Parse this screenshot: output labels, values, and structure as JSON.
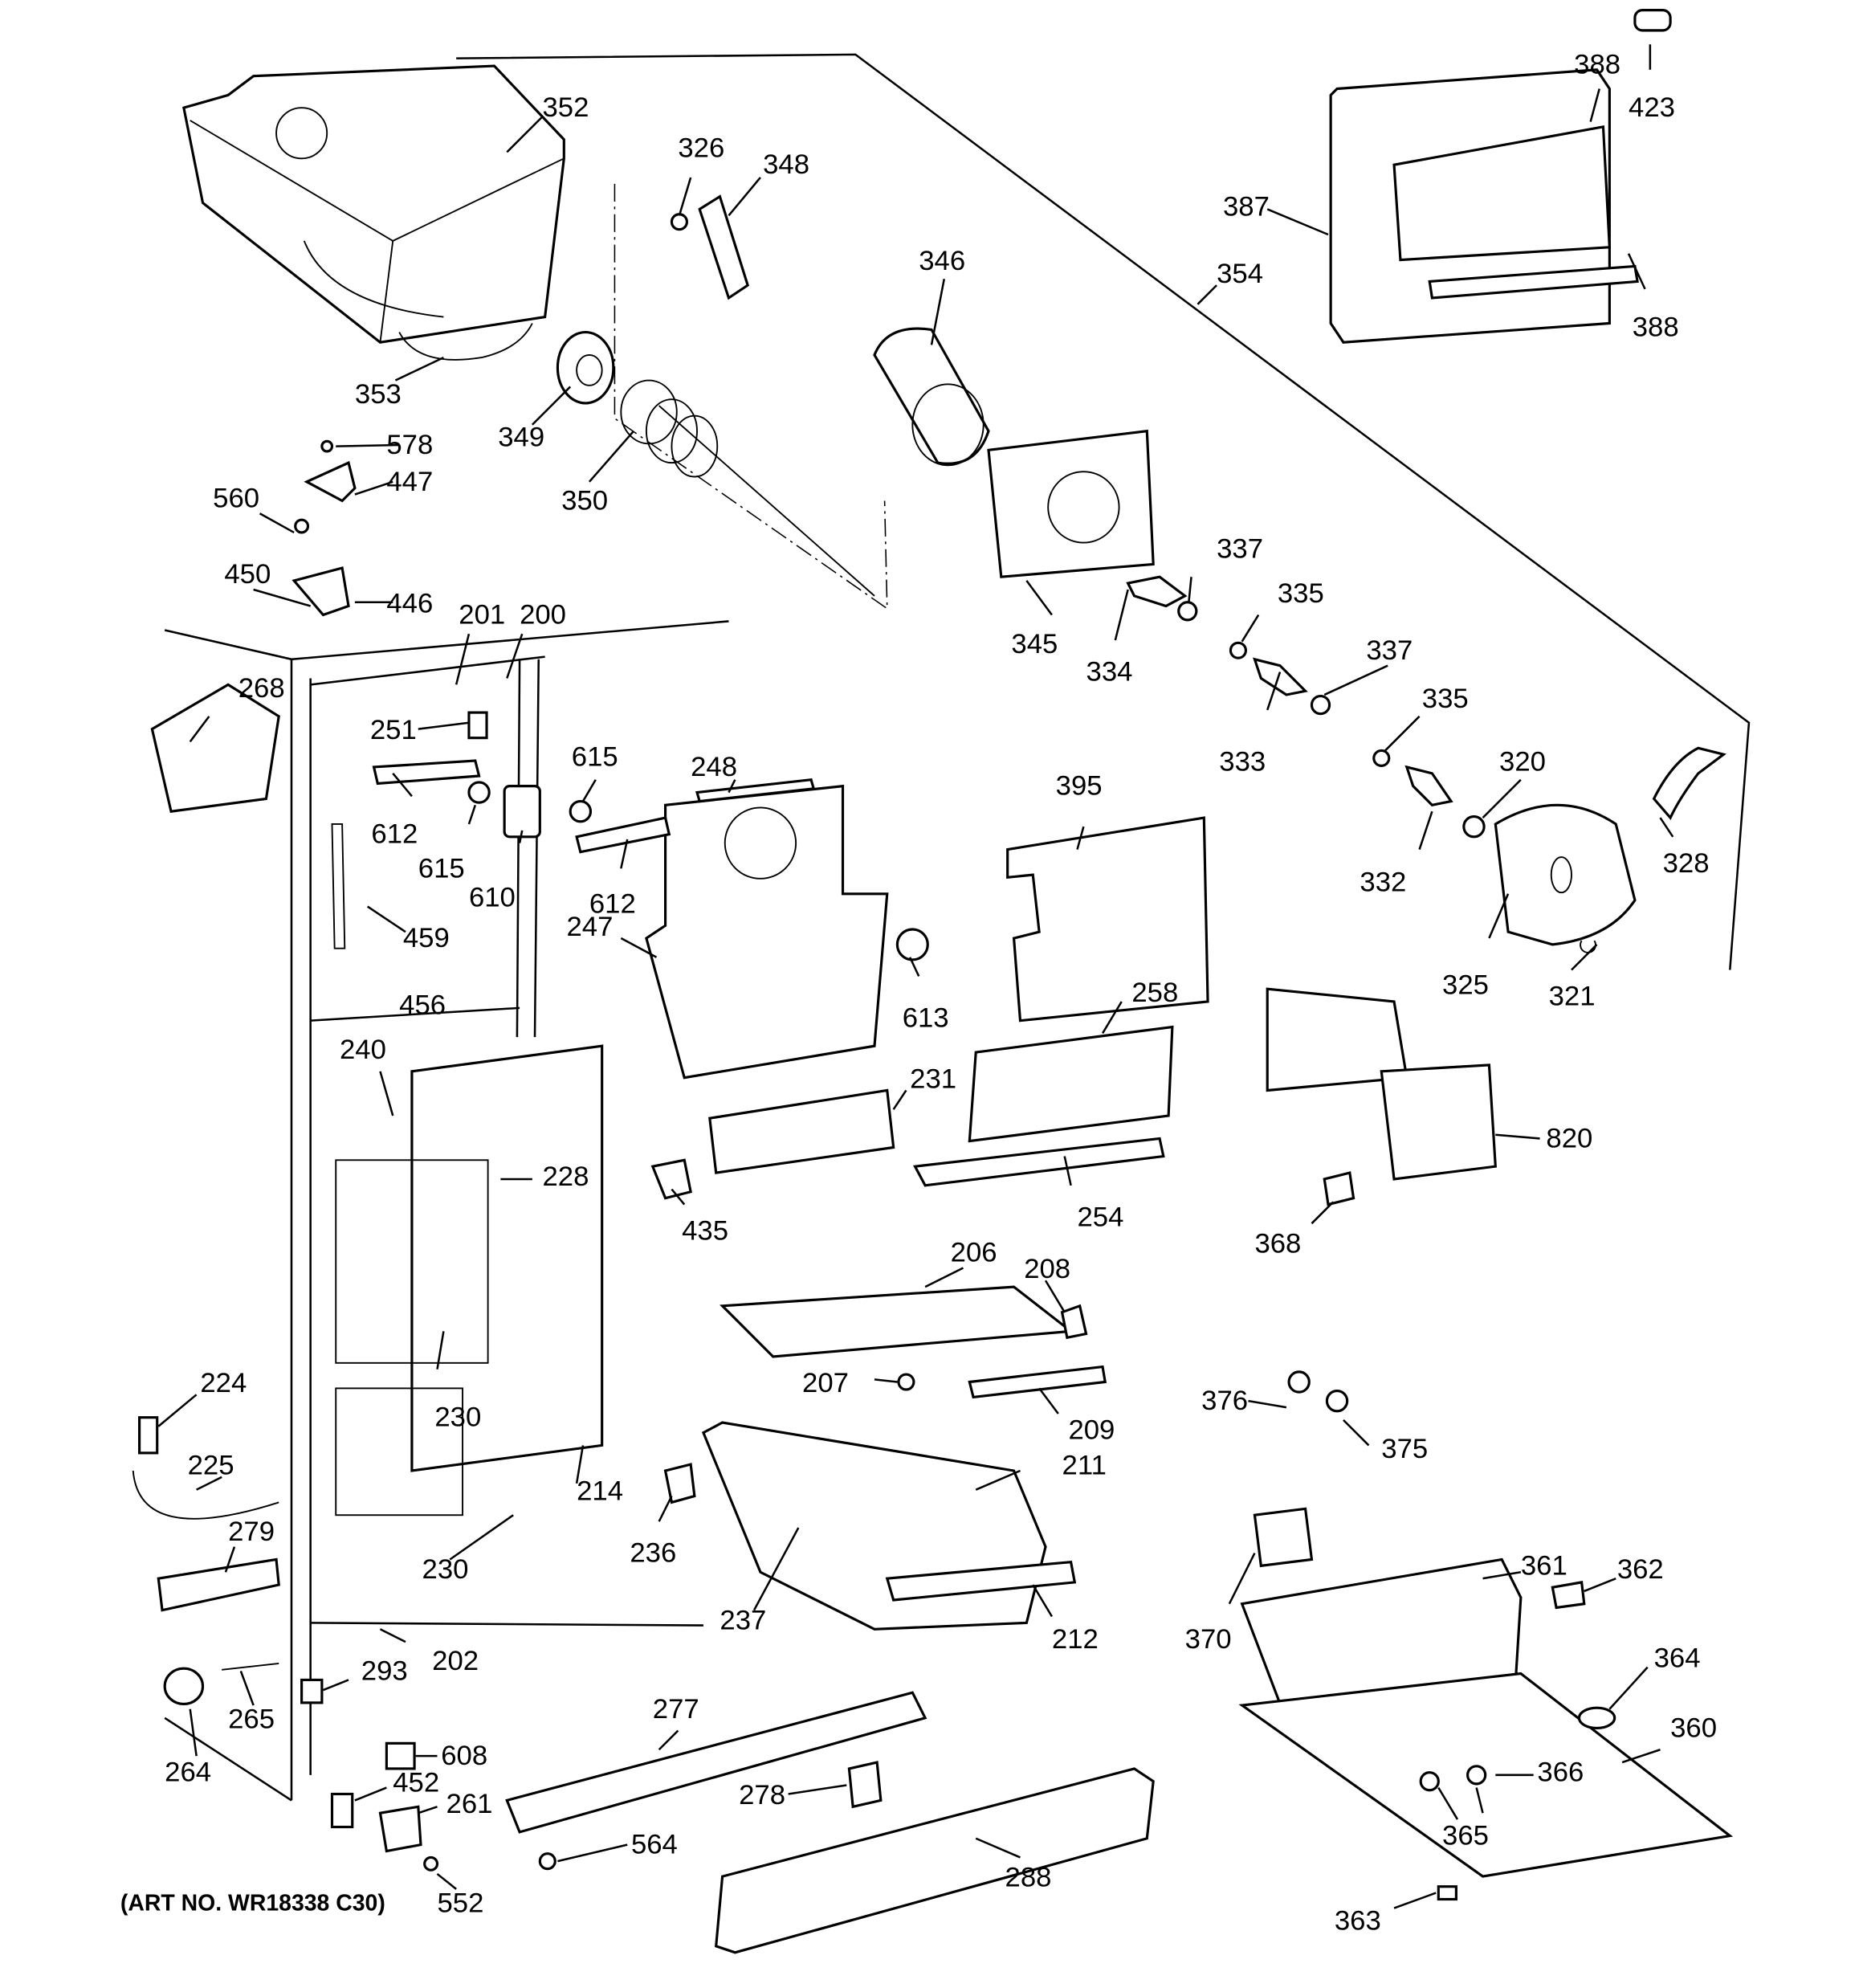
{
  "diagram": {
    "title": "Refrigerator freezer section exploded parts diagram",
    "art_number": "(ART NO. WR18338 C30)",
    "callouts": [
      {
        "id": "c352",
        "label": "352"
      },
      {
        "id": "c326",
        "label": "326"
      },
      {
        "id": "c348",
        "label": "348"
      },
      {
        "id": "c346",
        "label": "346"
      },
      {
        "id": "c388a",
        "label": "388"
      },
      {
        "id": "c423",
        "label": "423"
      },
      {
        "id": "c387",
        "label": "387"
      },
      {
        "id": "c354",
        "label": "354"
      },
      {
        "id": "c388b",
        "label": "388"
      },
      {
        "id": "c353",
        "label": "353"
      },
      {
        "id": "c349",
        "label": "349"
      },
      {
        "id": "c350",
        "label": "350"
      },
      {
        "id": "c578",
        "label": "578"
      },
      {
        "id": "c447",
        "label": "447"
      },
      {
        "id": "c560",
        "label": "560"
      },
      {
        "id": "c450",
        "label": "450"
      },
      {
        "id": "c446",
        "label": "446"
      },
      {
        "id": "c345",
        "label": "345"
      },
      {
        "id": "c337a",
        "label": "337"
      },
      {
        "id": "c334",
        "label": "334"
      },
      {
        "id": "c335a",
        "label": "335"
      },
      {
        "id": "c337b",
        "label": "337"
      },
      {
        "id": "c333",
        "label": "333"
      },
      {
        "id": "c335b",
        "label": "335"
      },
      {
        "id": "c320",
        "label": "320"
      },
      {
        "id": "c332",
        "label": "332"
      },
      {
        "id": "c328",
        "label": "328"
      },
      {
        "id": "c325",
        "label": "325"
      },
      {
        "id": "c321",
        "label": "321"
      },
      {
        "id": "c201",
        "label": "201"
      },
      {
        "id": "c200",
        "label": "200"
      },
      {
        "id": "c268",
        "label": "268"
      },
      {
        "id": "c251",
        "label": "251"
      },
      {
        "id": "c615a",
        "label": "615"
      },
      {
        "id": "c612a",
        "label": "612"
      },
      {
        "id": "c615b",
        "label": "615"
      },
      {
        "id": "c610",
        "label": "610"
      },
      {
        "id": "c612b",
        "label": "612"
      },
      {
        "id": "c248",
        "label": "248"
      },
      {
        "id": "c395",
        "label": "395"
      },
      {
        "id": "c459",
        "label": "459"
      },
      {
        "id": "c247",
        "label": "247"
      },
      {
        "id": "c613",
        "label": "613"
      },
      {
        "id": "c456",
        "label": "456"
      },
      {
        "id": "c240",
        "label": "240"
      },
      {
        "id": "c258",
        "label": "258"
      },
      {
        "id": "c231",
        "label": "231"
      },
      {
        "id": "c228",
        "label": "228"
      },
      {
        "id": "c820",
        "label": "820"
      },
      {
        "id": "c435",
        "label": "435"
      },
      {
        "id": "c254",
        "label": "254"
      },
      {
        "id": "c368",
        "label": "368"
      },
      {
        "id": "c206",
        "label": "206"
      },
      {
        "id": "c208",
        "label": "208"
      },
      {
        "id": "c224",
        "label": "224"
      },
      {
        "id": "c230a",
        "label": "230"
      },
      {
        "id": "c207",
        "label": "207"
      },
      {
        "id": "c376",
        "label": "376"
      },
      {
        "id": "c209",
        "label": "209"
      },
      {
        "id": "c375",
        "label": "375"
      },
      {
        "id": "c225",
        "label": "225"
      },
      {
        "id": "c211",
        "label": "211"
      },
      {
        "id": "c214",
        "label": "214"
      },
      {
        "id": "c279",
        "label": "279"
      },
      {
        "id": "c236",
        "label": "236"
      },
      {
        "id": "c361",
        "label": "361"
      },
      {
        "id": "c362",
        "label": "362"
      },
      {
        "id": "c230b",
        "label": "230"
      },
      {
        "id": "c237",
        "label": "237"
      },
      {
        "id": "c212",
        "label": "212"
      },
      {
        "id": "c370",
        "label": "370"
      },
      {
        "id": "c202",
        "label": "202"
      },
      {
        "id": "c364",
        "label": "364"
      },
      {
        "id": "c293",
        "label": "293"
      },
      {
        "id": "c265",
        "label": "265"
      },
      {
        "id": "c277",
        "label": "277"
      },
      {
        "id": "c360",
        "label": "360"
      },
      {
        "id": "c608",
        "label": "608"
      },
      {
        "id": "c264",
        "label": "264"
      },
      {
        "id": "c452",
        "label": "452"
      },
      {
        "id": "c261",
        "label": "261"
      },
      {
        "id": "c278",
        "label": "278"
      },
      {
        "id": "c366",
        "label": "366"
      },
      {
        "id": "c365",
        "label": "365"
      },
      {
        "id": "c564",
        "label": "564"
      },
      {
        "id": "c288",
        "label": "288"
      },
      {
        "id": "c552",
        "label": "552"
      },
      {
        "id": "c363",
        "label": "363"
      }
    ]
  }
}
